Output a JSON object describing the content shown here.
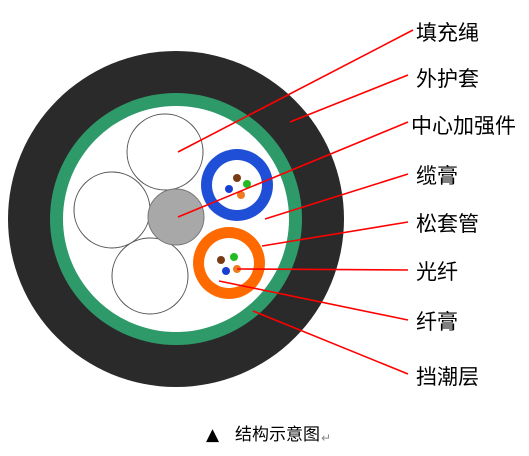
{
  "labels": {
    "filler_rope": "填充绳",
    "outer_sheath": "外护套",
    "central_strength_member": "中心加强件",
    "cable_jelly": "缆膏",
    "loose_tube": "松套管",
    "optical_fiber": "光纤",
    "fiber_jelly": "纤膏",
    "moisture_barrier": "挡潮层"
  },
  "caption": {
    "marker": "▲",
    "text": "结构示意图",
    "return_mark": "↵"
  },
  "colors": {
    "outer_sheath": "#2a2a2a",
    "moisture_barrier": "#2e9a6a",
    "cable_jelly": "#ffffff",
    "central_strength_member": "#a8a8a8",
    "loose_tube_blue": "#1f4fd6",
    "loose_tube_orange": "#ff6a00",
    "fiber_brown": "#7a3b14",
    "fiber_green": "#22bb22",
    "fiber_blue": "#1a3fd0",
    "fiber_orange": "#f07a20",
    "leader_line": "#ff0000"
  }
}
